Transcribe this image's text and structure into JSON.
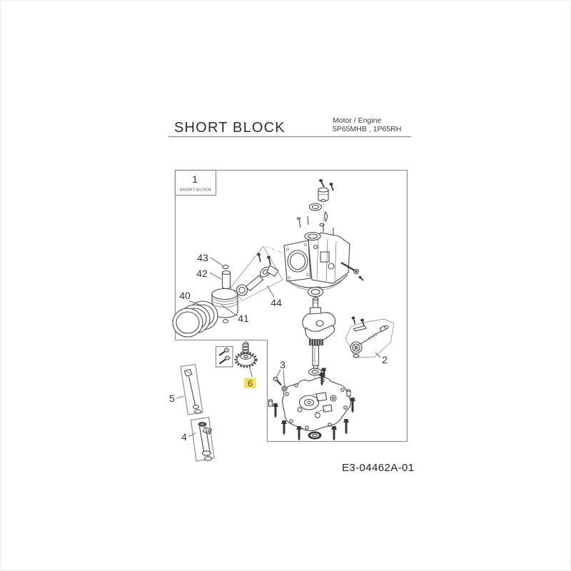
{
  "header": {
    "title": "SHORT BLOCK",
    "motor_engine_label": "Motor / Engine",
    "model_codes": "5P65MHB , 1P65RH"
  },
  "group_box": {
    "number": "1",
    "label": "SHORT BLOCK"
  },
  "callouts": {
    "2": "2",
    "3": "3",
    "4": "4",
    "5": "5",
    "6": "6",
    "40": "40",
    "41": "41",
    "42": "42",
    "43": "43",
    "44": "44"
  },
  "highlight": {
    "part": "6",
    "color": "#F1E15B"
  },
  "footer": {
    "doc_number": "E3-04462A-01"
  },
  "colors": {
    "ink": "#474747",
    "box_outline": "#949494",
    "highlight": "#F1E15B"
  }
}
